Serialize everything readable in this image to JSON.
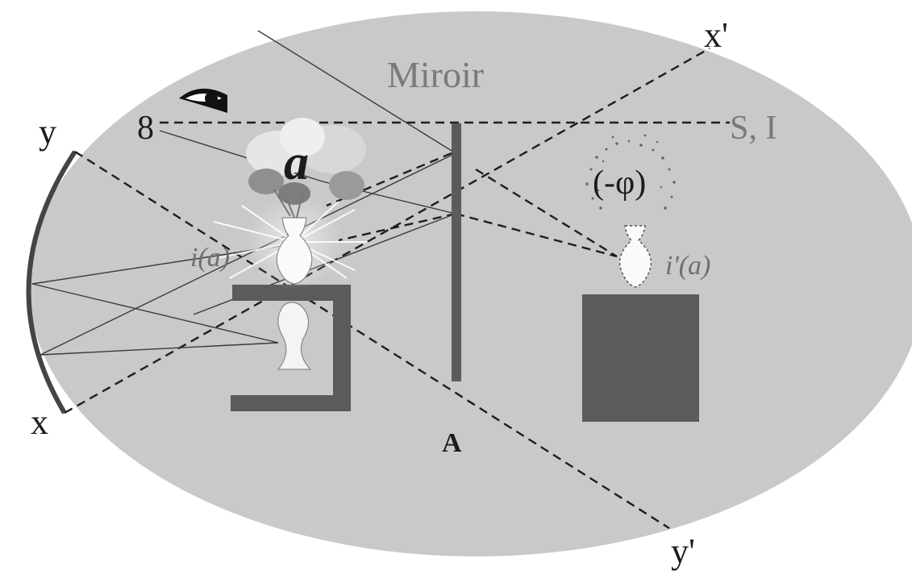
{
  "labels": {
    "miroir": "Miroir",
    "x": "x",
    "x_prime": "x'",
    "y": "y",
    "y_prime": "y'",
    "s_i": "S, I",
    "eight": "8",
    "a_flower": "a",
    "i_a": "i(a)",
    "i_prime_a": "i'(a)",
    "phi": "(-φ)",
    "A": "A"
  },
  "colors": {
    "ellipse_fill": "#c9c9c9",
    "dark_grey": "#5b5b5b",
    "line": "#1e1e1e"
  },
  "icons": [
    "eye-icon",
    "flower-bouquet",
    "vase-real",
    "vase-inverted",
    "vase-virtual",
    "dust-cloud"
  ]
}
